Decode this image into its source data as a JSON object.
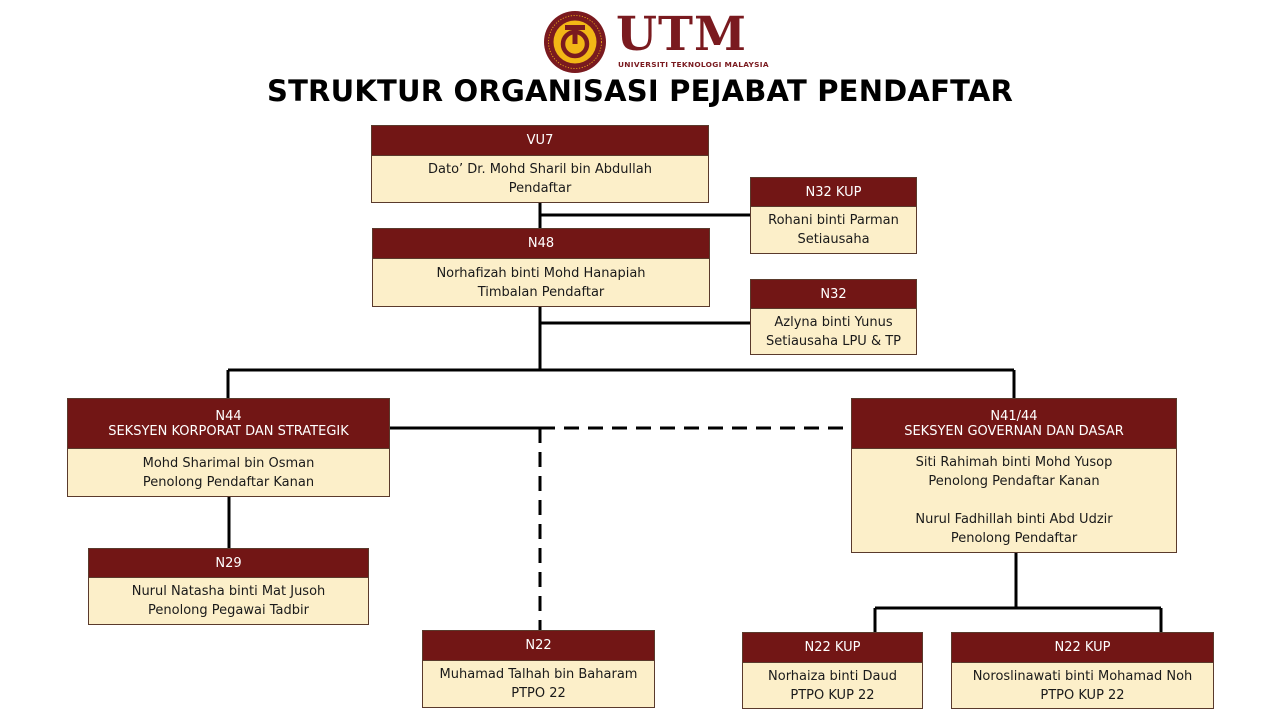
{
  "logo": {
    "name": "UTM",
    "subtitle": "UNIVERSITI TEKNOLOGI MALAYSIA",
    "seal_text": "DENGAN NAMA TUHAN UNTUK MANUSIA · UNIVERSITI TEKNOLOGI MALAYSIA",
    "colors": {
      "maroon": "#7a1a1f",
      "gold": "#f2b716"
    }
  },
  "title": "STRUKTUR ORGANISASI PEJABAT PENDAFTAR",
  "colors": {
    "header": "#721615",
    "body": "#fcefc9",
    "line": "#000000"
  },
  "nodes": {
    "vu7": {
      "grade": "VU7",
      "name": "Dato’ Dr. Mohd Sharil bin Abdullah",
      "role": "Pendaftar"
    },
    "n32kup_setiausaha": {
      "grade": "N32 KUP",
      "name": "Rohani binti Parman",
      "role": "Setiausaha"
    },
    "n48": {
      "grade": "N48",
      "name": "Norhafizah binti Mohd Hanapiah",
      "role": "Timbalan Pendaftar"
    },
    "n32": {
      "grade": "N32",
      "name": "Azlyna binti Yunus",
      "role": "Setiausaha LPU & TP"
    },
    "n44": {
      "grade": "N44",
      "section": "SEKSYEN KORPORAT DAN STRATEGIK",
      "name": "Mohd Sharimal bin Osman",
      "role": "Penolong Pendaftar Kanan"
    },
    "n4144": {
      "grade": "N41/44",
      "section": "SEKSYEN GOVERNAN DAN DASAR",
      "name1": "Siti Rahimah binti Mohd Yusop",
      "role1": "Penolong Pendaftar Kanan",
      "name2": "Nurul Fadhillah binti Abd Udzir",
      "role2": "Penolong Pendaftar"
    },
    "n29": {
      "grade": "N29",
      "name": "Nurul Natasha binti Mat Jusoh",
      "role": "Penolong Pegawai Tadbir"
    },
    "n22": {
      "grade": "N22",
      "name": "Muhamad Talhah bin Baharam",
      "role": "PTPO 22"
    },
    "n22kup_a": {
      "grade": "N22 KUP",
      "name": "Norhaiza binti Daud",
      "role": "PTPO KUP 22"
    },
    "n22kup_b": {
      "grade": "N22 KUP",
      "name": "Noroslinawati binti Mohamad Noh",
      "role": "PTPO KUP 22"
    }
  }
}
